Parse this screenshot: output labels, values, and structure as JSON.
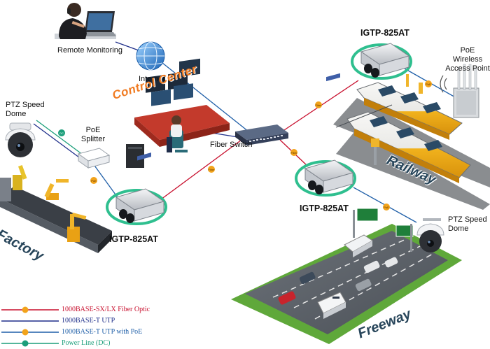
{
  "nodes": {
    "remote_monitoring": "Remote Monitoring",
    "internet": "Internet",
    "control_center": "Control Center",
    "fiber_switch": "Fiber Switch",
    "ptz_dome_left": "PTZ Speed\nDome",
    "poe_splitter": "PoE\nSplitter",
    "factory": "Factory",
    "igtp_left": "IGTP-825AT",
    "igtp_top": "IGTP-825AT",
    "igtp_mid": "IGTP-825AT",
    "poe_ap": "PoE Wireless\nAccess Point",
    "railway": "Railway",
    "ptz_dome_right": "PTZ Speed\nDome",
    "freeway": "Freeway"
  },
  "legend": [
    {
      "label": "1000BASE-SX/LX Fiber Optic",
      "color": "#c8102e",
      "badge": "Fiber"
    },
    {
      "label": "1000BASE-T UTP",
      "color": "#1f2f8a",
      "badge": ""
    },
    {
      "label": "1000BASE-T UTP with PoE",
      "color": "#1f5fa8",
      "badge": "PoE"
    },
    {
      "label": "Power Line (DC)",
      "color": "#1a9e7a",
      "badge": "DC"
    }
  ],
  "badges": {
    "fiber": "Fiber",
    "poe": "PoE",
    "dc": "DC"
  },
  "colors": {
    "fiber": "#c8102e",
    "utp": "#1f2f8a",
    "poe": "#1f5fa8",
    "dc": "#1a9e7a",
    "badge_fill": "#f2a31b",
    "control_center": "#f07b22",
    "teal_ring": "#2fbf8f"
  }
}
